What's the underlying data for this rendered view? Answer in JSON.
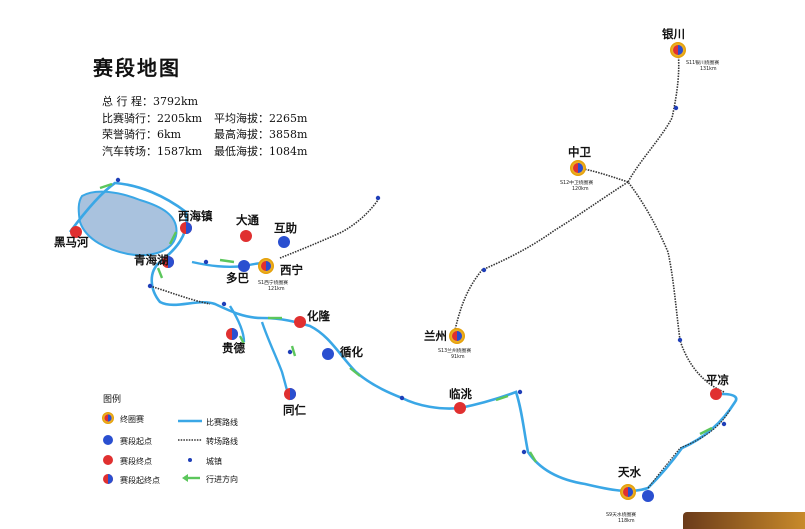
{
  "title": "赛段地图",
  "stats": [
    [
      "总 行 程：3792km",
      ""
    ],
    [
      "比赛骑行：2205km",
      "平均海拔：2265m"
    ],
    [
      "荣誉骑行：6km",
      "最高海拔：3858m"
    ],
    [
      "汽车转场：1587km",
      "最低海拔：1084m"
    ]
  ],
  "legend": {
    "title": "图例",
    "items": [
      {
        "label": "终圈赛",
        "icon": "circuit-race-icon"
      },
      {
        "label": "赛段起点",
        "icon": "stage-start-icon"
      },
      {
        "label": "赛段终点",
        "icon": "stage-finish-icon"
      },
      {
        "label": "赛段起终点",
        "icon": "stage-start-finish-icon"
      },
      {
        "label": "比赛路线",
        "icon": "race-route-line"
      },
      {
        "label": "转场路线",
        "icon": "transfer-route-line"
      },
      {
        "label": "城镇",
        "icon": "town-dot-icon"
      },
      {
        "label": "行进方向",
        "icon": "direction-arrow-icon"
      }
    ]
  },
  "places": {
    "yinchuan": "银川",
    "zhongwei": "中卫",
    "lanzhou": "兰州",
    "pingliang": "平凉",
    "tianshui": "天水",
    "lintao": "临洮",
    "xunhua": "循化",
    "hualong": "化隆",
    "guide": "贵德",
    "tongren": "同仁",
    "duoba": "多巴",
    "xining": "西宁",
    "datong": "大通",
    "huzhu": "互助",
    "xihaizhen": "西海镇",
    "qinghaihu": "青海湖",
    "heimahe": "黑马河"
  },
  "stage_notes": {
    "yinchuan": [
      "S11银川绕圈赛",
      "131km"
    ],
    "zhongwei": [
      "S12中卫绕圈赛",
      "120km"
    ],
    "lanzhou": [
      "S13兰州绕圈赛",
      "91km"
    ],
    "tianshui": [
      "S9天水绕圈赛",
      "118km"
    ],
    "xining": [
      "S1西宁绕圈赛",
      "121km"
    ]
  },
  "colors": {
    "race_route": "#3aa7e6",
    "transfer_route": "#333333",
    "lake": "#a9c2de",
    "direction": "#5cc65c",
    "finish": "#e03030",
    "start": "#2a4fd0",
    "circuit": "#f0b400"
  }
}
